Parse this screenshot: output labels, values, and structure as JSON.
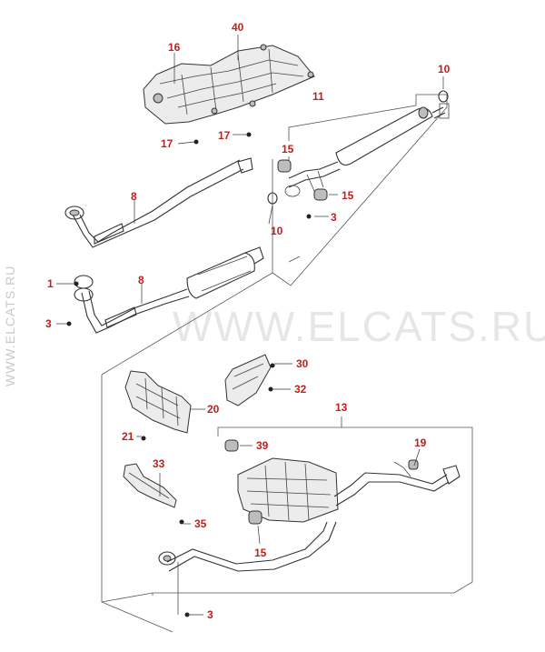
{
  "watermarks": {
    "side": "WWW.ELCATS.RU",
    "center": "WWW.ELCATS.RU"
  },
  "callouts": {
    "c40": "40",
    "c16": "16",
    "c17a": "17",
    "c17b": "17",
    "c10a": "10",
    "c11": "11",
    "c15a": "15",
    "c15b": "15",
    "c3a": "3",
    "c8a": "8",
    "c10b": "10",
    "c1": "1",
    "c8b": "8",
    "c3b": "3",
    "c30": "30",
    "c32": "32",
    "c13": "13",
    "c20": "20",
    "c21": "21",
    "c39": "39",
    "c19": "19",
    "c33": "33",
    "c35": "35",
    "c15c": "15",
    "c3c": "3"
  },
  "colors": {
    "callout": "#c0201e",
    "line": "#333333",
    "watermark": "#c9c9c9"
  }
}
